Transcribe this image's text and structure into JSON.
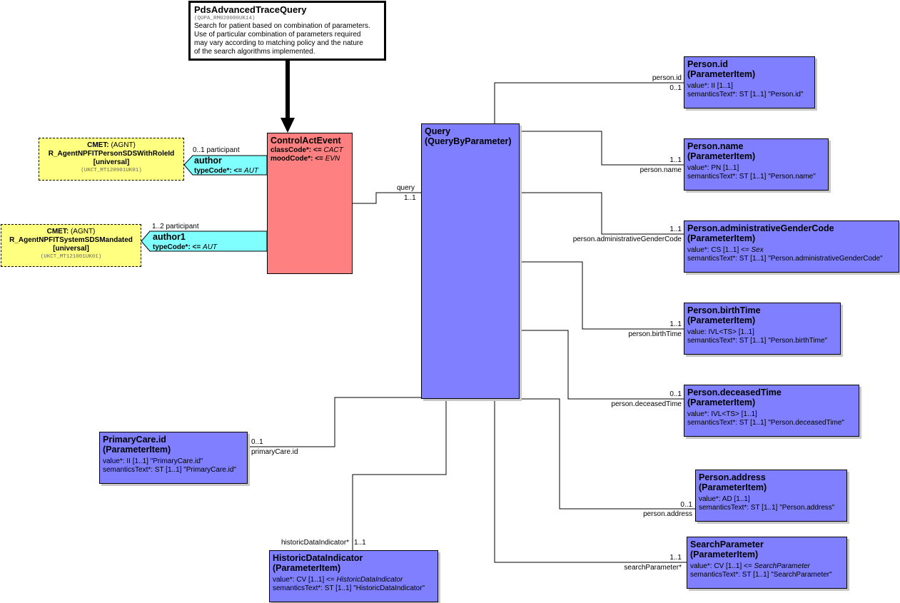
{
  "entry": {
    "title": "PdsAdvancedTraceQuery",
    "code": "(QUPA_RM020000UK14)",
    "description": [
      "Search for patient based on combination of parameters.",
      "Use of particular combination of parameters required",
      "may vary according to matching policy and the nature",
      "of the search algorithms implemented."
    ]
  },
  "control": {
    "title": "ControlActEvent",
    "class_label": "classCode*: <= ",
    "class_value": "CACT",
    "mood_label": "moodCode*: <= ",
    "mood_value": "EVN"
  },
  "author": {
    "name": "author",
    "type_label": "typeCode*: <= ",
    "type_value": "AUT",
    "participant": "0..1 participant",
    "cmet_prefix": "CMET:",
    "cmet_kind": " (AGNT)",
    "cmet_name": "R_AgentNPFITPersonSDSWithRoleId",
    "cmet_scope": "[universal]",
    "cmet_code": "(UKCT_MT120901UK01)"
  },
  "author1": {
    "name": "author1",
    "type_label": "typeCode*: <= ",
    "type_value": "AUT",
    "participant": "1..2 participant",
    "cmet_prefix": "CMET:",
    "cmet_kind": " (AGNT)",
    "cmet_name": "R_AgentNPFITSystemSDSMandated",
    "cmet_scope": "[universal]",
    "cmet_code": "(UKCT_MT121001UK01)"
  },
  "query": {
    "title": "Query",
    "subtitle": "(QueryByParameter)",
    "rel_label": "query",
    "rel_mult": "1..1"
  },
  "items": {
    "person_id": {
      "title": "Person.id",
      "sub": "(ParameterItem)",
      "a1": "value*: II [1..1]",
      "a2": "semanticsText*: ST [1..1] \"Person.id\"",
      "rel": "person.id",
      "mult": "0..1"
    },
    "person_name": {
      "title": "Person.name",
      "sub": "(ParameterItem)",
      "a1": "value*: PN [1..1]",
      "a2": "semanticsText*: ST [1..1] \"Person.name\"",
      "rel": "person.name",
      "mult": "1..1"
    },
    "person_gender": {
      "title": "Person.administrativeGenderCode",
      "sub": "(ParameterItem)",
      "a1": "value*: CS [1..1] <= ",
      "a1_ital": "Sex",
      "a2": "semanticsText*: ST [1..1] \"Person.administrativeGenderCode\"",
      "rel": "person.administrativeGenderCode",
      "mult": "1..1"
    },
    "person_birth": {
      "title": "Person.birthTime",
      "sub": "(ParameterItem)",
      "a1": "value: IVL<TS> [1..1]",
      "a2": "semanticsText*: ST [1..1] \"Person.birthTime\"",
      "rel": "person.birthTime",
      "mult": "1..1"
    },
    "person_deceased": {
      "title": "Person.deceasedTime",
      "sub": "(ParameterItem)",
      "a1": "value*: IVL<TS> [1..1]",
      "a2": "semanticsText*: ST [1..1] \"Person.deceasedTime\"",
      "rel": "person.deceasedTime",
      "mult": "0..1"
    },
    "person_address": {
      "title": "Person.address",
      "sub": "(ParameterItem)",
      "a1": "value*: AD [1..1]",
      "a2": "semanticsText*: ST [1..1] \"Person.address\"",
      "rel": "person.address",
      "mult": "0..1"
    },
    "search_param": {
      "title": "SearchParameter",
      "sub": "(ParameterItem)",
      "a1": "value*: CV [1..1] <= ",
      "a1_ital": "SearchParameter",
      "a2": "semanticsText*: ST [1..1] \"SearchParameter\"",
      "rel": "searchParameter*",
      "mult": "1..1"
    },
    "primary_care": {
      "title": "PrimaryCare.id",
      "sub": "(ParameterItem)",
      "a1": "value*: II [1..1] \"PrimaryCare.id\"",
      "a2": "semanticsText*: ST [1..1] \"PrimaryCare.id\"",
      "rel": "primaryCare.id",
      "mult": "0..1"
    },
    "historic": {
      "title": "HistoricDataIndicator",
      "sub": "(ParameterItem)",
      "a1": "value*: CV [1..1] <= ",
      "a1_ital": "HistoricDataIndicator",
      "a2": "semanticsText*: ST [1..1] \"HistoricDataIndicator\"",
      "rel": "historicDataIndicator*",
      "mult": "1..1"
    }
  }
}
